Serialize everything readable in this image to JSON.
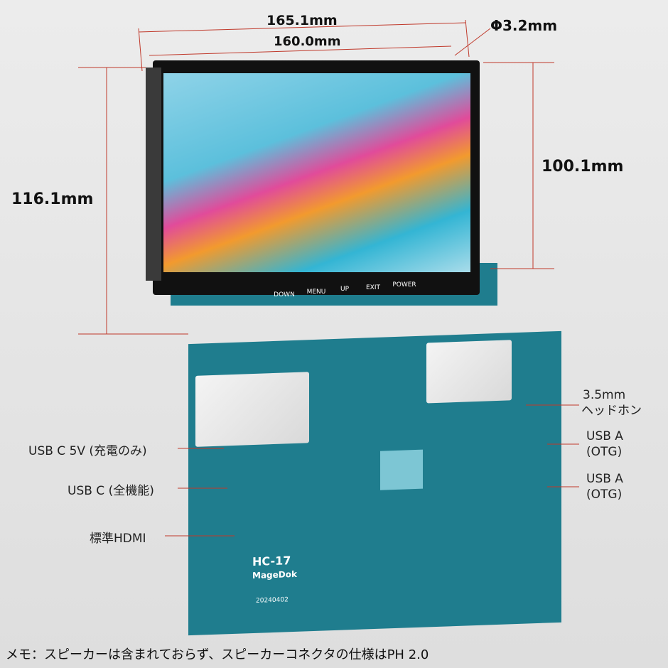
{
  "dimensions": {
    "outer_width": "165.1mm",
    "inner_width": "160.0mm",
    "hole": "Φ3.2mm",
    "outer_height": "116.1mm",
    "screen_height": "100.1mm"
  },
  "front_buttons": [
    "DOWN",
    "MENU",
    "UP",
    "EXIT",
    "POWER"
  ],
  "ports": {
    "left": [
      "USB C 5V (充電のみ)",
      "USB C (全機能)",
      "標準HDMI"
    ],
    "right": [
      {
        "line1": "3.5mm",
        "line2": "ヘッドホン"
      },
      {
        "line1": "USB A",
        "line2": "(OTG)"
      },
      {
        "line1": "USB A",
        "line2": "(OTG)"
      }
    ]
  },
  "board": {
    "model": "HC-17",
    "brand": "MageDok",
    "date": "20240402"
  },
  "note": "メモ：スピーカーは含まれておらず、スピーカーコネクタの仕様はPH 2.0",
  "colors": {
    "pcb": "#1f7d8e",
    "dimension_line": "#c0392b"
  }
}
